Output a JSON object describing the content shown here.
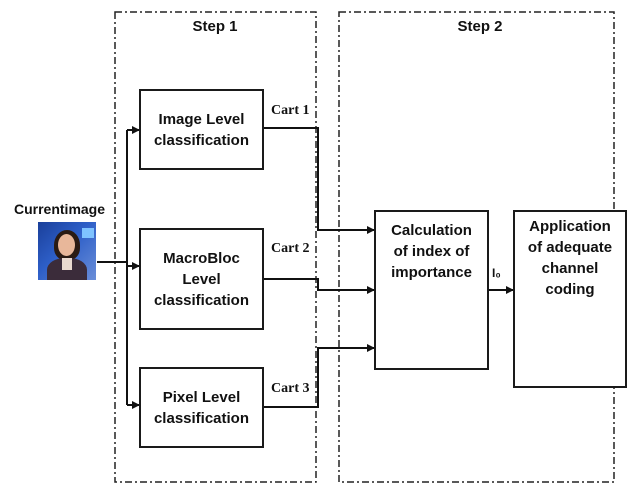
{
  "step1": {
    "title": "Step 1"
  },
  "step2": {
    "title": "Step 2"
  },
  "input": {
    "label": "Currentimage"
  },
  "boxes": {
    "image_level": "Image Level\nclassification",
    "macrobloc_level": "MacroBloc\nLevel\nclassification",
    "pixel_level": "Pixel Level\nclassification",
    "calculation": "Calculation\nof index of\nimportance",
    "application": "Application\nof adequate\nchannel\ncoding"
  },
  "edges": {
    "cart1": "Cart 1",
    "cart2": "Cart 2",
    "cart3": "Cart 3",
    "index": "I₀"
  }
}
